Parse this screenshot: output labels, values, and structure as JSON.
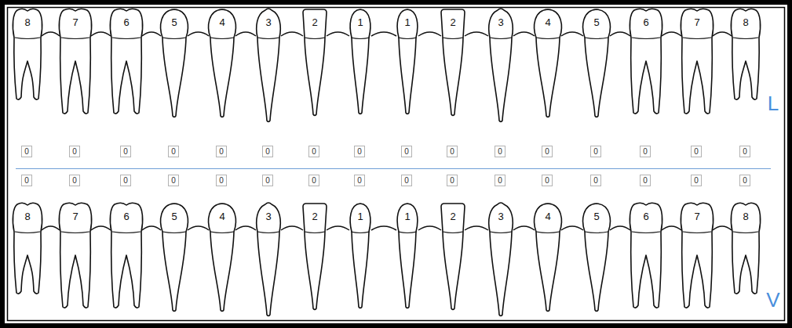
{
  "diagram": {
    "nodes": [
      {
        "text": [
          "8"
        ]
      },
      {
        "text": [
          "7"
        ]
      },
      {
        "text": [
          "6"
        ]
      },
      {
        "text": [
          "5"
        ]
      },
      {
        "text": [
          "4"
        ]
      },
      {
        "text": [
          "3"
        ]
      },
      {
        "text": [
          "2"
        ]
      },
      {
        "text": [
          "1"
        ]
      },
      {
        "text": [
          "1"
        ]
      },
      {
        "text": [
          "2"
        ]
      },
      {
        "text": [
          "3"
        ]
      },
      {
        "text": [
          "4"
        ]
      },
      {
        "text": [
          "5"
        ]
      },
      {
        "text": [
          "6"
        ]
      },
      {
        "text": [
          "7"
        ]
      },
      {
        "text": [
          "8"
        ]
      },
      {
        "text": [
          "0"
        ]
      },
      {
        "text": [
          "0"
        ]
      },
      {
        "text": [
          "0"
        ]
      },
      {
        "text": [
          "0"
        ]
      },
      {
        "text": [
          "0"
        ]
      },
      {
        "text": [
          "0"
        ]
      },
      {
        "text": [
          "0"
        ]
      },
      {
        "text": [
          "0"
        ]
      },
      {
        "text": [
          "0"
        ]
      },
      {
        "text": [
          "0"
        ]
      },
      {
        "text": [
          "0"
        ]
      },
      {
        "text": [
          "0"
        ]
      },
      {
        "text": [
          "0"
        ]
      },
      {
        "text": [
          "0"
        ]
      },
      {
        "text": [
          "0"
        ]
      },
      {
        "text": [
          "0"
        ]
      },
      {
        "text": [
          "0"
        ]
      },
      {
        "text": [
          "0"
        ]
      },
      {
        "text": [
          "0"
        ]
      },
      {
        "text": [
          "0"
        ]
      },
      {
        "text": [
          "0"
        ]
      },
      {
        "text": [
          "0"
        ]
      },
      {
        "text": [
          "0"
        ]
      },
      {
        "text": [
          "0"
        ]
      },
      {
        "text": [
          "0"
        ]
      },
      {
        "text": [
          "0"
        ]
      },
      {
        "text": [
          "0"
        ]
      },
      {
        "text": [
          "0"
        ]
      },
      {
        "text": [
          "0"
        ]
      },
      {
        "text": [
          "0"
        ]
      },
      {
        "text": [
          "0"
        ]
      },
      {
        "text": [
          "0"
        ]
      },
      {
        "text": [
          "8"
        ]
      },
      {
        "text": [
          "7"
        ]
      },
      {
        "text": [
          "6"
        ]
      },
      {
        "text": [
          "5"
        ]
      },
      {
        "text": [
          "4"
        ]
      },
      {
        "text": [
          "3"
        ]
      },
      {
        "text": [
          "2"
        ]
      },
      {
        "text": [
          "1"
        ]
      },
      {
        "text": [
          "1"
        ]
      },
      {
        "text": [
          "2"
        ]
      },
      {
        "text": [
          "3"
        ]
      },
      {
        "text": [
          "4"
        ]
      },
      {
        "text": [
          "5"
        ]
      },
      {
        "text": [
          "6"
        ]
      },
      {
        "text": [
          "7"
        ]
      },
      {
        "text": [
          "8"
        ]
      }
    ],
    "labels": [
      "L",
      "V"
    ]
  }
}
